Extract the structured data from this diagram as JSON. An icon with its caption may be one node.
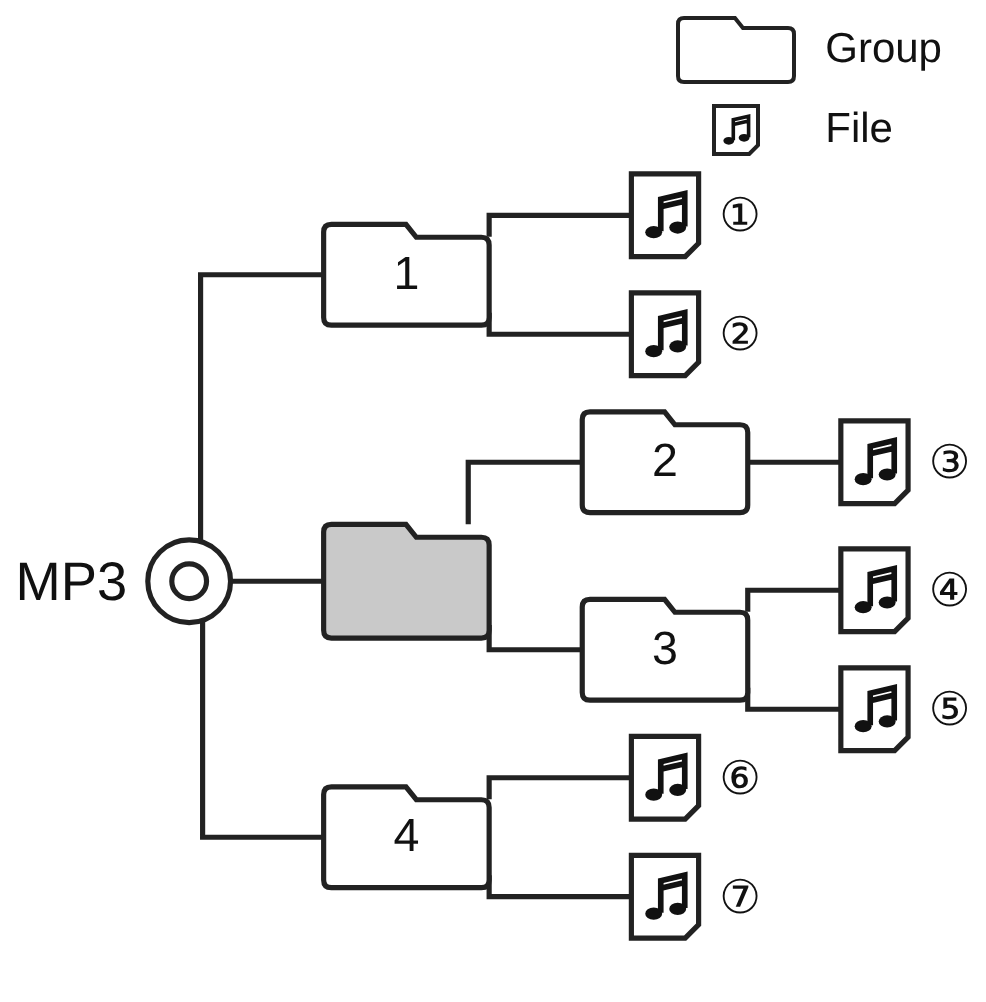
{
  "diagram": {
    "nodes": [
      {
        "text": [],
        "shape": "circle",
        "beside": [
          "MP3"
        ]
      },
      {
        "text": [
          "1"
        ]
      },
      {
        "text": [],
        "shape": "picture",
        "beside": [
          "①"
        ]
      },
      {
        "text": [],
        "shape": "picture",
        "beside": [
          "②"
        ]
      },
      {
        "text": [],
        "shape": "folder"
      },
      {
        "text": [
          "2"
        ]
      },
      {
        "text": [],
        "shape": "picture",
        "beside": [
          "③"
        ]
      },
      {
        "text": [
          "3"
        ]
      },
      {
        "text": [],
        "shape": "picture",
        "beside": [
          "④"
        ]
      },
      {
        "text": [],
        "shape": "picture",
        "beside": [
          "⑤"
        ]
      },
      {
        "text": [
          "4"
        ]
      },
      {
        "text": [],
        "shape": "picture",
        "beside": [
          "⑥"
        ]
      },
      {
        "text": [],
        "shape": "picture",
        "beside": [
          "⑦"
        ]
      }
    ],
    "edges": [
      {
        "from": 0,
        "to": 1,
        "arrow": "none"
      },
      {
        "from": 1,
        "to": 2,
        "arrow": "none"
      },
      {
        "from": 1,
        "to": 3,
        "arrow": "none"
      },
      {
        "from": 0,
        "to": 4,
        "arrow": "none"
      },
      {
        "from": 4,
        "to": 5,
        "arrow": "none"
      },
      {
        "from": 5,
        "to": 6,
        "arrow": "none"
      },
      {
        "from": 4,
        "to": 7,
        "arrow": "none"
      },
      {
        "from": 7,
        "to": 8,
        "arrow": "none"
      },
      {
        "from": 7,
        "to": 9,
        "arrow": "none"
      },
      {
        "from": 0,
        "to": 10,
        "arrow": "none"
      },
      {
        "from": 10,
        "to": 11,
        "arrow": "none"
      },
      {
        "from": 10,
        "to": 12,
        "arrow": "none"
      }
    ],
    "legend": [
      {
        "text": "Group"
      },
      {
        "text": "File"
      }
    ]
  }
}
